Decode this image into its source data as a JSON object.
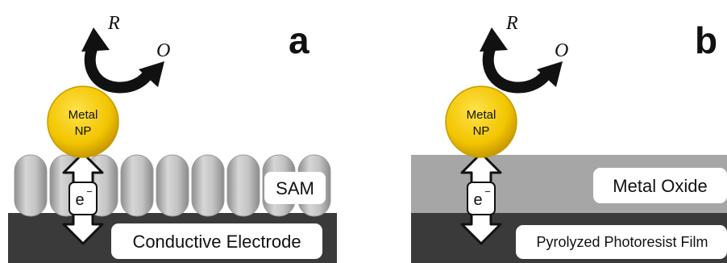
{
  "panels": [
    {
      "letter": "a",
      "np_line1": "Metal",
      "np_line2": "NP",
      "reduced": "R",
      "oxidized": "O",
      "electron": "e",
      "electron_sup": "−",
      "layer_label": "SAM",
      "substrate_label": "Conductive Electrode"
    },
    {
      "letter": "b",
      "np_line1": "Metal",
      "np_line2": "NP",
      "reduced": "R",
      "oxidized": "O",
      "electron": "e",
      "electron_sup": "−",
      "layer_label": "Metal Oxide",
      "substrate_label": "Pyrolyzed Photoresist Film"
    }
  ],
  "colors": {
    "substrate": "#3a3a3a",
    "oxide": "#a6a6a6",
    "sam": "#b4b4b4",
    "np": "#f2c500",
    "arrow": "#111111"
  }
}
